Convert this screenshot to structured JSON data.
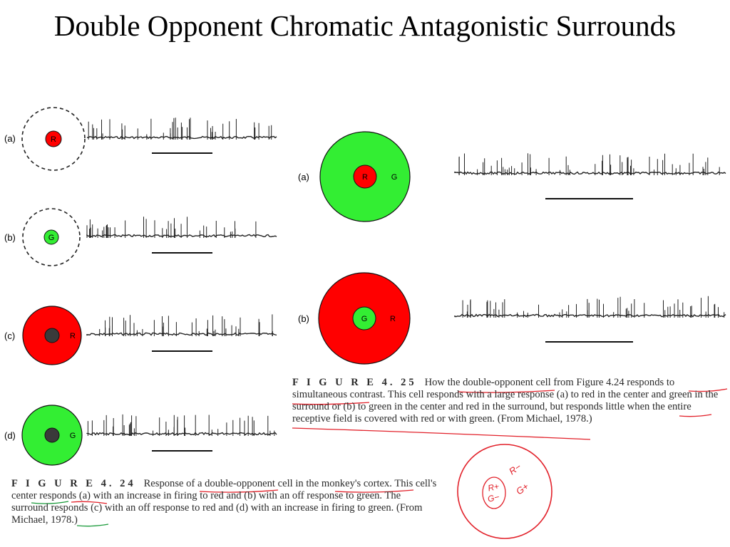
{
  "title": "Double Opponent Chromatic Antagonistic Surrounds",
  "colors": {
    "red": "#ff0000",
    "green": "#33ee33",
    "dark_spot": "#3a3a3a",
    "annotation_red": "#e2212a",
    "annotation_green": "#1a9a3a"
  },
  "left_panel": {
    "rows": [
      {
        "label": "(a)",
        "center": "R",
        "surround": "",
        "center_color": "red",
        "surround_style": "dashed"
      },
      {
        "label": "(b)",
        "center": "G",
        "surround": "",
        "center_color": "green",
        "surround_style": "dashed"
      },
      {
        "label": "(c)",
        "center": "",
        "surround": "R",
        "center_color": "dark",
        "surround_style": "red"
      },
      {
        "label": "(d)",
        "center": "",
        "surround": "G",
        "center_color": "dark",
        "surround_style": "green"
      }
    ]
  },
  "right_panel": {
    "rows": [
      {
        "label": "(a)",
        "center": "R",
        "surround": "G"
      },
      {
        "label": "(b)",
        "center": "G",
        "surround": "R"
      }
    ]
  },
  "caption_25": {
    "figure": "F I G U R E  4. 25",
    "seg1": "How the ",
    "u1": "double-opponent cell",
    "seg2": " from Figure 4.24 responds to ",
    "u2": "simultaneous contrast",
    "seg3": ". This cell responds with a large response (a) to red in the center and green in the surround or (b) to green in the center and red in the surround, but responds ",
    "u3": "little when the entire receptive field is covered with red or with green",
    "seg4": ". (From Michael, 1978.)"
  },
  "caption_24": {
    "figure": "F I G U R E  4. 24",
    "seg1": "Response of a ",
    "u1": "double-opponent cell",
    "seg2": " in the ",
    "u2": "monkey's cortex.",
    "seg3": " This cell's ",
    "u3": "center",
    "seg4": " responds (a) with an increase in firing to red and (b) with an off response to green. The ",
    "u4": "surround",
    "seg5": " responds (c) with an off response to red and (d) with an increase in firing to green. (From Michael, 1978.)"
  },
  "note": {
    "line1": "R+",
    "line2": "G−",
    "side1": "R−",
    "side2": "G+"
  }
}
